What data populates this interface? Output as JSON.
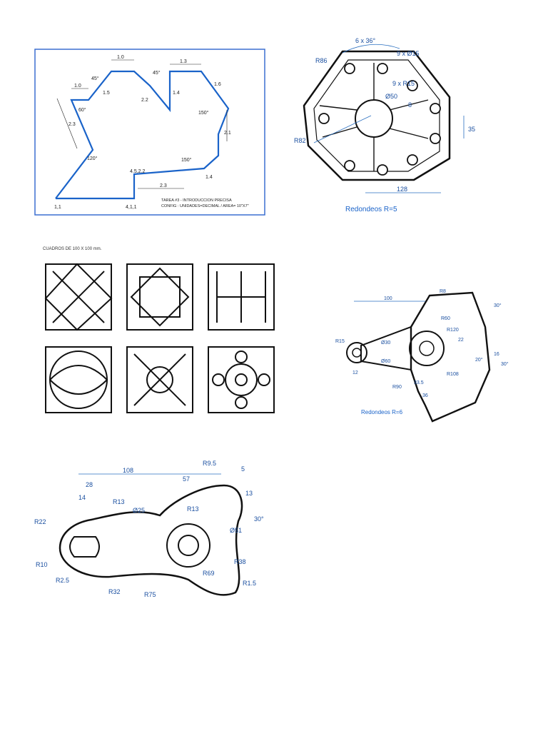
{
  "colors": {
    "blue": "#1a63c9",
    "line": "#111111",
    "dim": "#2a6fc0",
    "frame": "#3b6fd0",
    "grid": "#888888"
  },
  "panel1": {
    "dims": [
      "1.0",
      "1.0",
      "1.3",
      "1.5",
      "45°",
      "45°",
      "1.4",
      "1.6",
      "2.2",
      "60°",
      "2.3",
      "150°",
      "2.1",
      "120°",
      "150°",
      "1.4",
      "2.3",
      "4.5,2.2"
    ],
    "corners": [
      "1,1",
      "4,1,1"
    ],
    "caption1": "TAREA #3 - INTRODUCCION PRECISA",
    "caption2": "CONFIG : UNIDADES=DECIMAL / AREA= 10\"X7\""
  },
  "panel2": {
    "labels": [
      "6 x 36°",
      "9 x Ø15",
      "R86",
      "9 x R15",
      "Ø50",
      "8",
      "35",
      "R82",
      "128"
    ],
    "caption": "Redondeos R=5"
  },
  "panel3": {
    "title": "CUADROS DE 100 X 100 mm."
  },
  "panel4": {
    "labels": [
      "100",
      "R15",
      "Ø30",
      "Ø60",
      "12",
      "R90",
      "33.5",
      "36",
      "R8",
      "R60",
      "R120",
      "22",
      "R108",
      "30°",
      "16",
      "20°",
      "30°"
    ],
    "caption": "Redondeos R=6"
  },
  "panel5": {
    "labels": [
      "108",
      "28",
      "14",
      "R22",
      "R10",
      "R2.5",
      "R13",
      "Ø25",
      "R32",
      "R75",
      "R9.5",
      "57",
      "5",
      "13",
      "R13",
      "30°",
      "Ø51",
      "R38",
      "R69",
      "R1.5"
    ]
  }
}
